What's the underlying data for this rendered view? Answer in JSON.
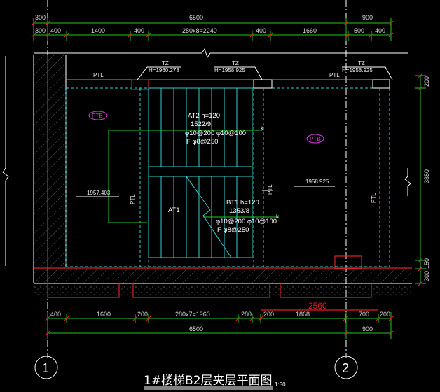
{
  "drawing": {
    "title": "1#楼梯B2层夹层平面图",
    "scale": "1:50",
    "top_dims_outer": [
      "300",
      "6500",
      "900"
    ],
    "top_dims_inner": [
      "300",
      "400",
      "1400",
      "400",
      "280x8=2240",
      "400",
      "1660",
      "500",
      "400"
    ],
    "bottom_dims_inner": [
      "400",
      "1600",
      "200",
      "280x7=1960",
      "280",
      "200",
      "1868",
      "700",
      "200"
    ],
    "bottom_dims_outer": [
      "6500",
      "900"
    ],
    "red_dim": "2560",
    "right_dims": [
      "200",
      "3850",
      "150",
      "300"
    ],
    "grid_labels": [
      "1",
      "2"
    ],
    "tags": {
      "tz1": "TZ",
      "tz1_elev": "H=1960.278",
      "tz2": "TZ",
      "tz2_elev": "H=1958.925",
      "tz3": "TZ",
      "tz3_elev": "H=1958.925",
      "ptl_top_left": "PTL",
      "ptl_top_right": "PTL",
      "ptl_left_vertical": "PTL",
      "ptl_mid_vertical": "PTL",
      "ptl_right_vertical": "PTL",
      "ptb_left": "PTB",
      "ptb_right": "PTB",
      "elev_left": "1957.403",
      "elev_right": "1958.925",
      "at1": "AT1",
      "marker_k1": "k",
      "marker_k2": "k"
    },
    "at2_block": [
      "AT2 h=120",
      "1522/9",
      "φ10@200 φ10@100",
      "F φ8@250"
    ],
    "bt1_block": [
      "BT1 h=120",
      "1353/8",
      "φ10@200 φ10@100",
      "F φ8@250"
    ]
  }
}
